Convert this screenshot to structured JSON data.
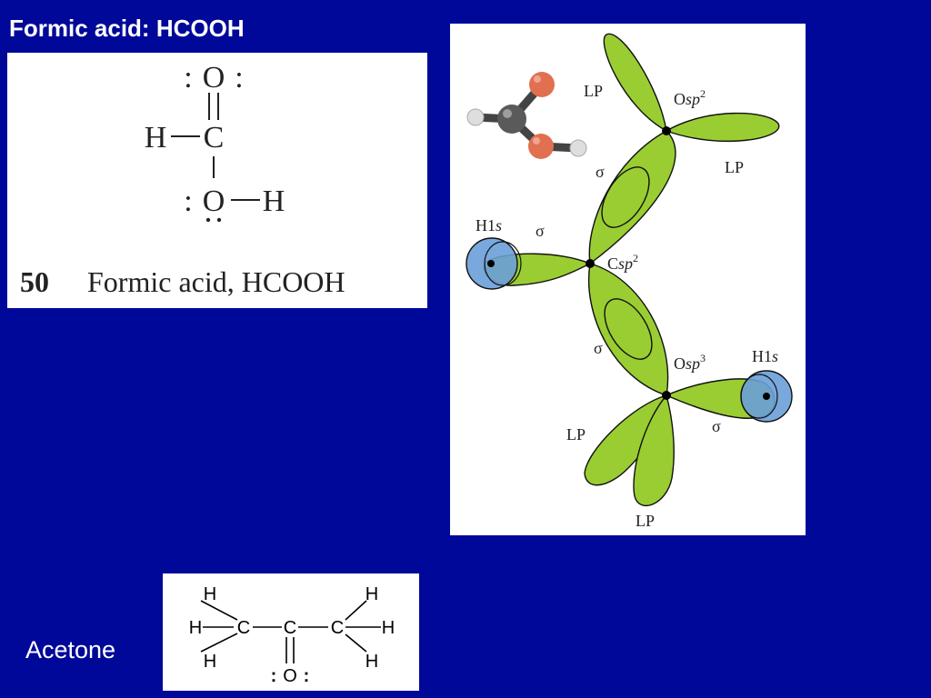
{
  "title": "Formic acid: HCOOH",
  "lewis": {
    "atoms": {
      "o_top": "O",
      "c": "C",
      "h_left": "H",
      "o_bottom": "O",
      "h_right": "H"
    },
    "lone_pair": ":",
    "caption_number": "50",
    "caption_text": "Formic acid, HCOOH"
  },
  "orbital": {
    "labels": {
      "lp_top": "LP",
      "lp_right": "LP",
      "o_sp2_base": "O",
      "o_sp2_italic": "sp",
      "o_sp2_sup": "2",
      "c_sp2_base": "C",
      "c_sp2_italic": "sp",
      "c_sp2_sup": "2",
      "o_sp3_base": "O",
      "o_sp3_italic": "sp",
      "o_sp3_sup": "3",
      "h1s_left_base": "H1",
      "h1s_left_italic": "s",
      "h1s_right_base": "H1",
      "h1s_right_italic": "s",
      "sigma_upper": "σ",
      "sigma_left": "σ",
      "sigma_lower": "σ",
      "sigma_right": "σ",
      "lp_lower_left": "LP",
      "lp_bottom": "LP"
    },
    "colors": {
      "lobe": "#9acd32",
      "hydrogen_s": "#6a9fd8",
      "carbon_ball": "#5a5a5a",
      "oxygen_ball": "#e07050",
      "hydrogen_ball": "#dddddd"
    }
  },
  "acetone": {
    "label": "Acetone",
    "atoms": {
      "h_top_left": "H",
      "h_top_right": "H",
      "h_left": "H",
      "c_left": "C",
      "c_center": "C",
      "c_right": "C",
      "h_right": "H",
      "h_bottom_left": "H",
      "h_bottom_right": "H",
      "o": "O"
    },
    "lone_pair": ":"
  }
}
